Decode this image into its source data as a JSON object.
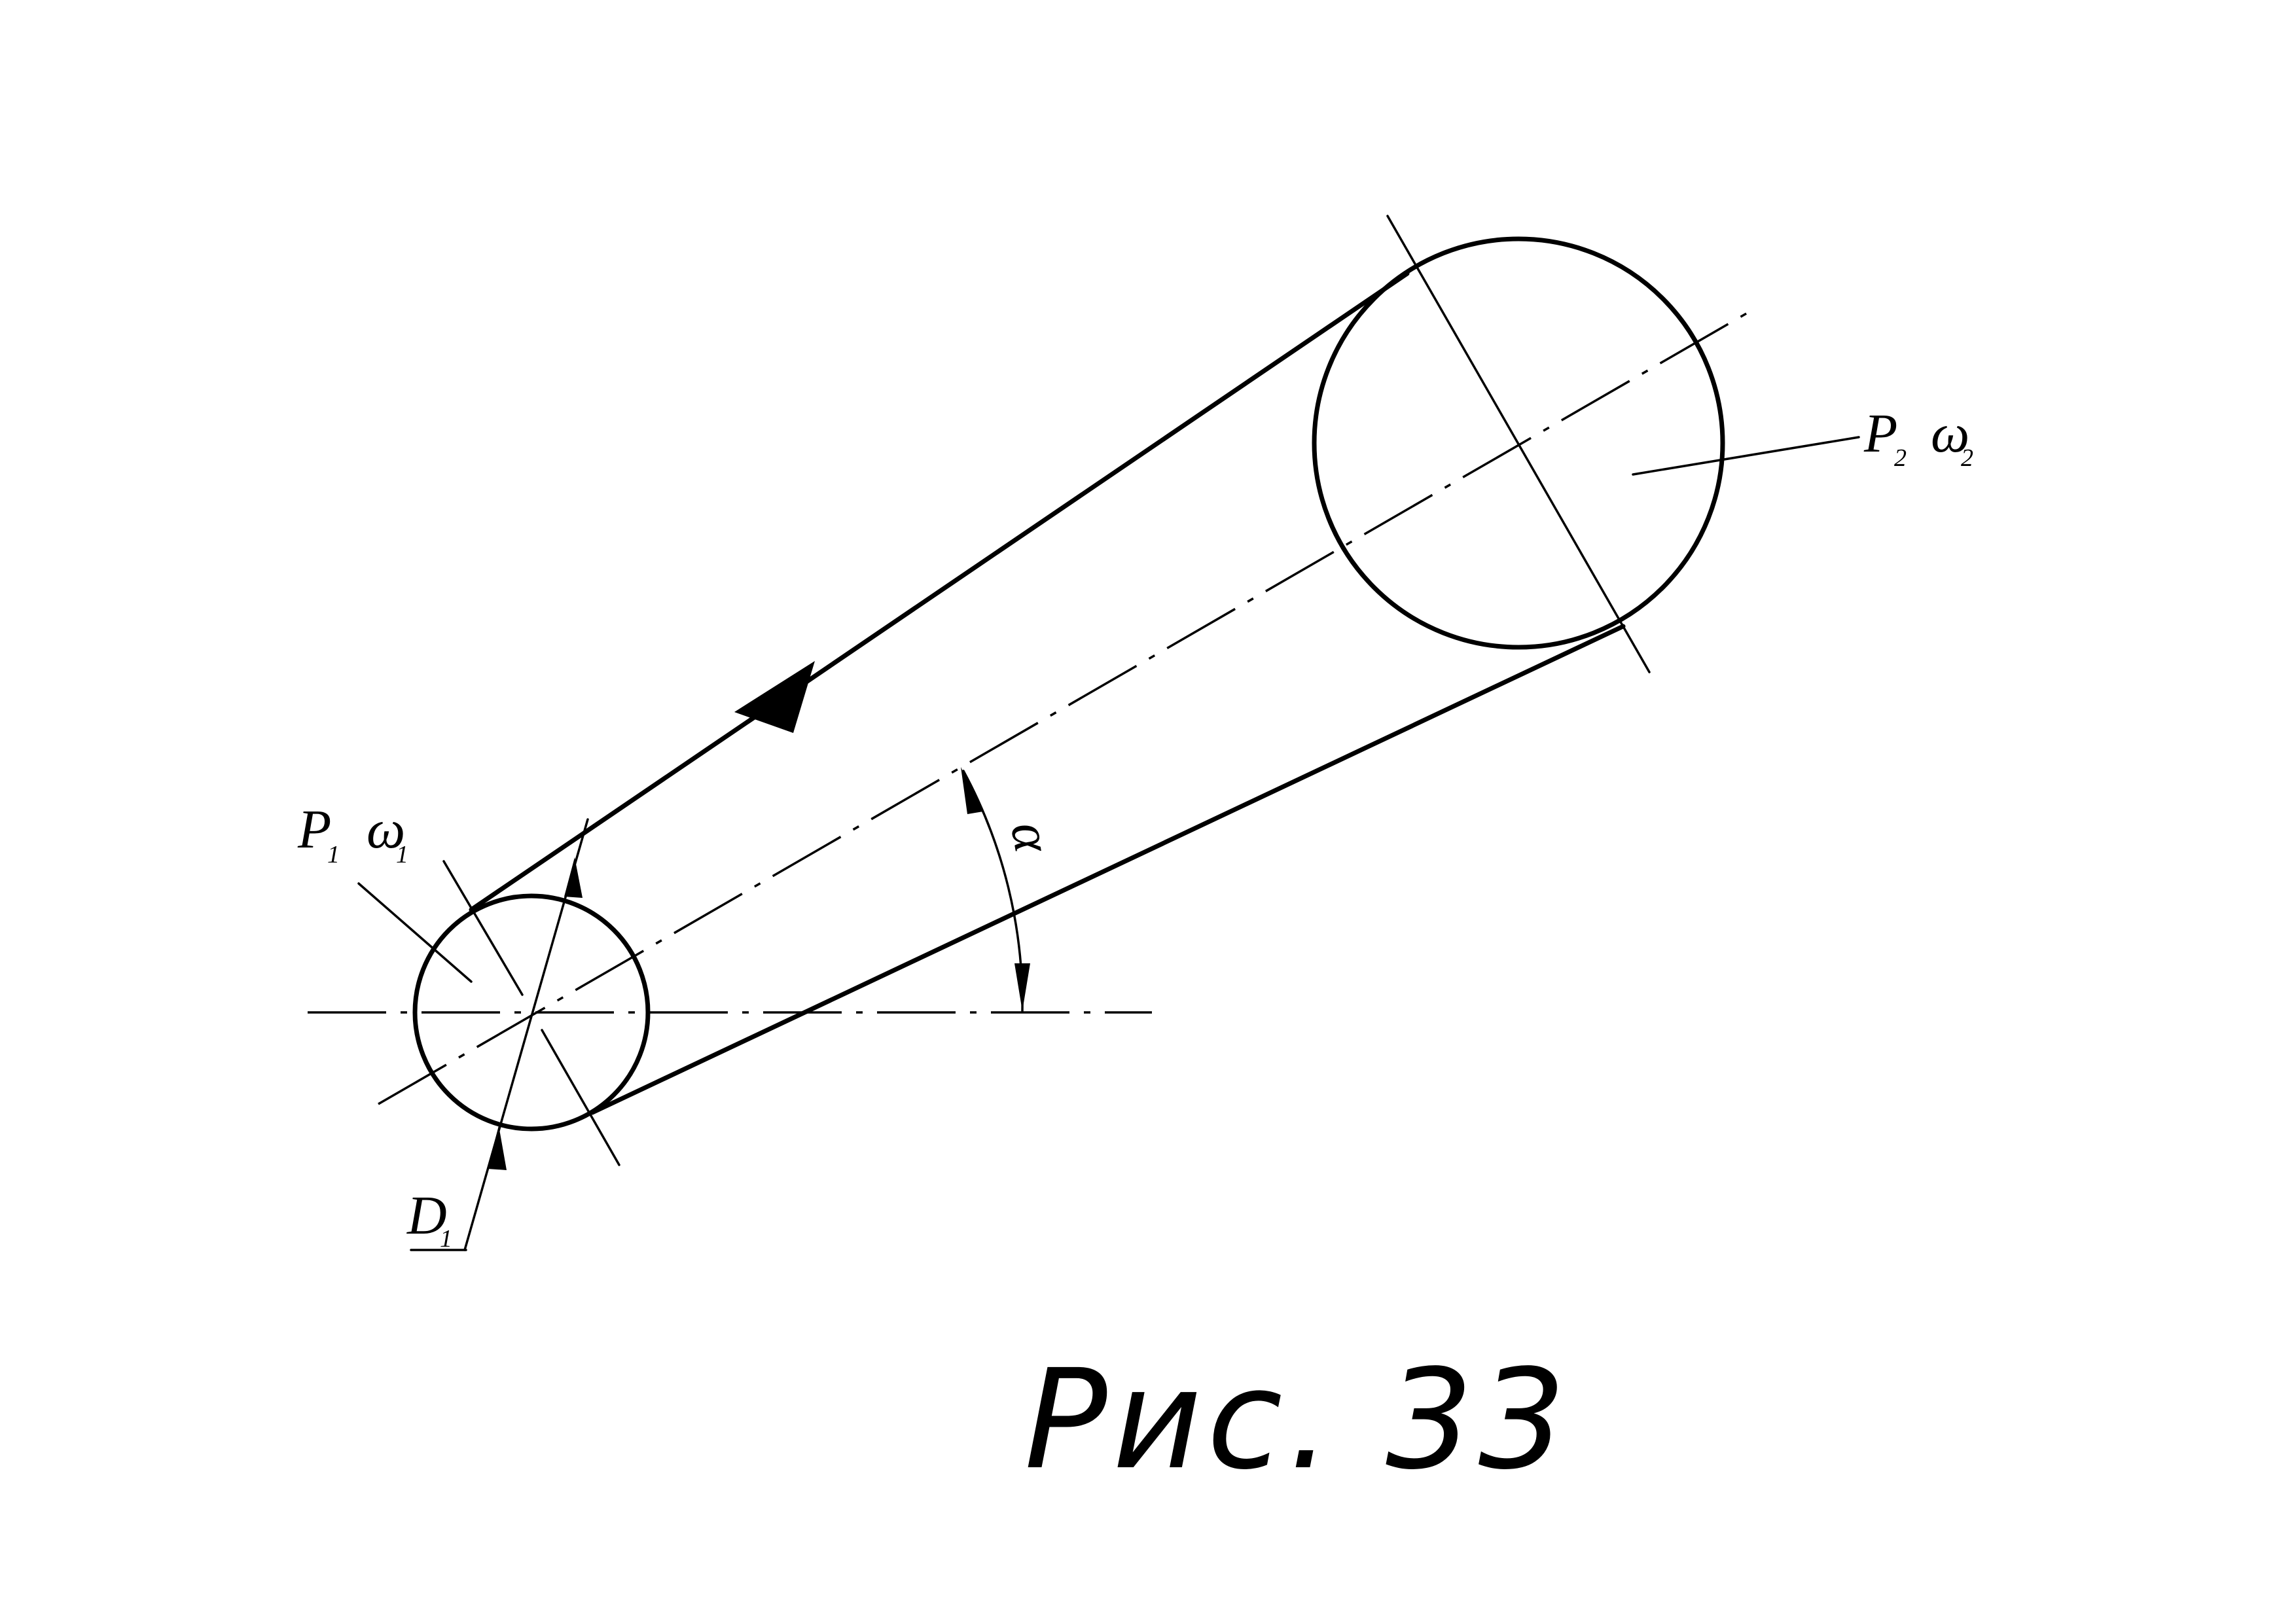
{
  "figure": {
    "caption": "Рис. 33"
  },
  "labels": {
    "pulley1": {
      "symbol_p": "P",
      "sub_p": "1",
      "symbol_w": "ω",
      "sub_w": "1"
    },
    "pulley2": {
      "symbol_p": "P",
      "sub_p": "2",
      "symbol_w": "ω",
      "sub_w": "2"
    },
    "diameter": {
      "symbol": "D",
      "sub": "1"
    },
    "angle": {
      "symbol": "α"
    }
  },
  "colors": {
    "line": "#000000",
    "background": "#ffffff"
  }
}
